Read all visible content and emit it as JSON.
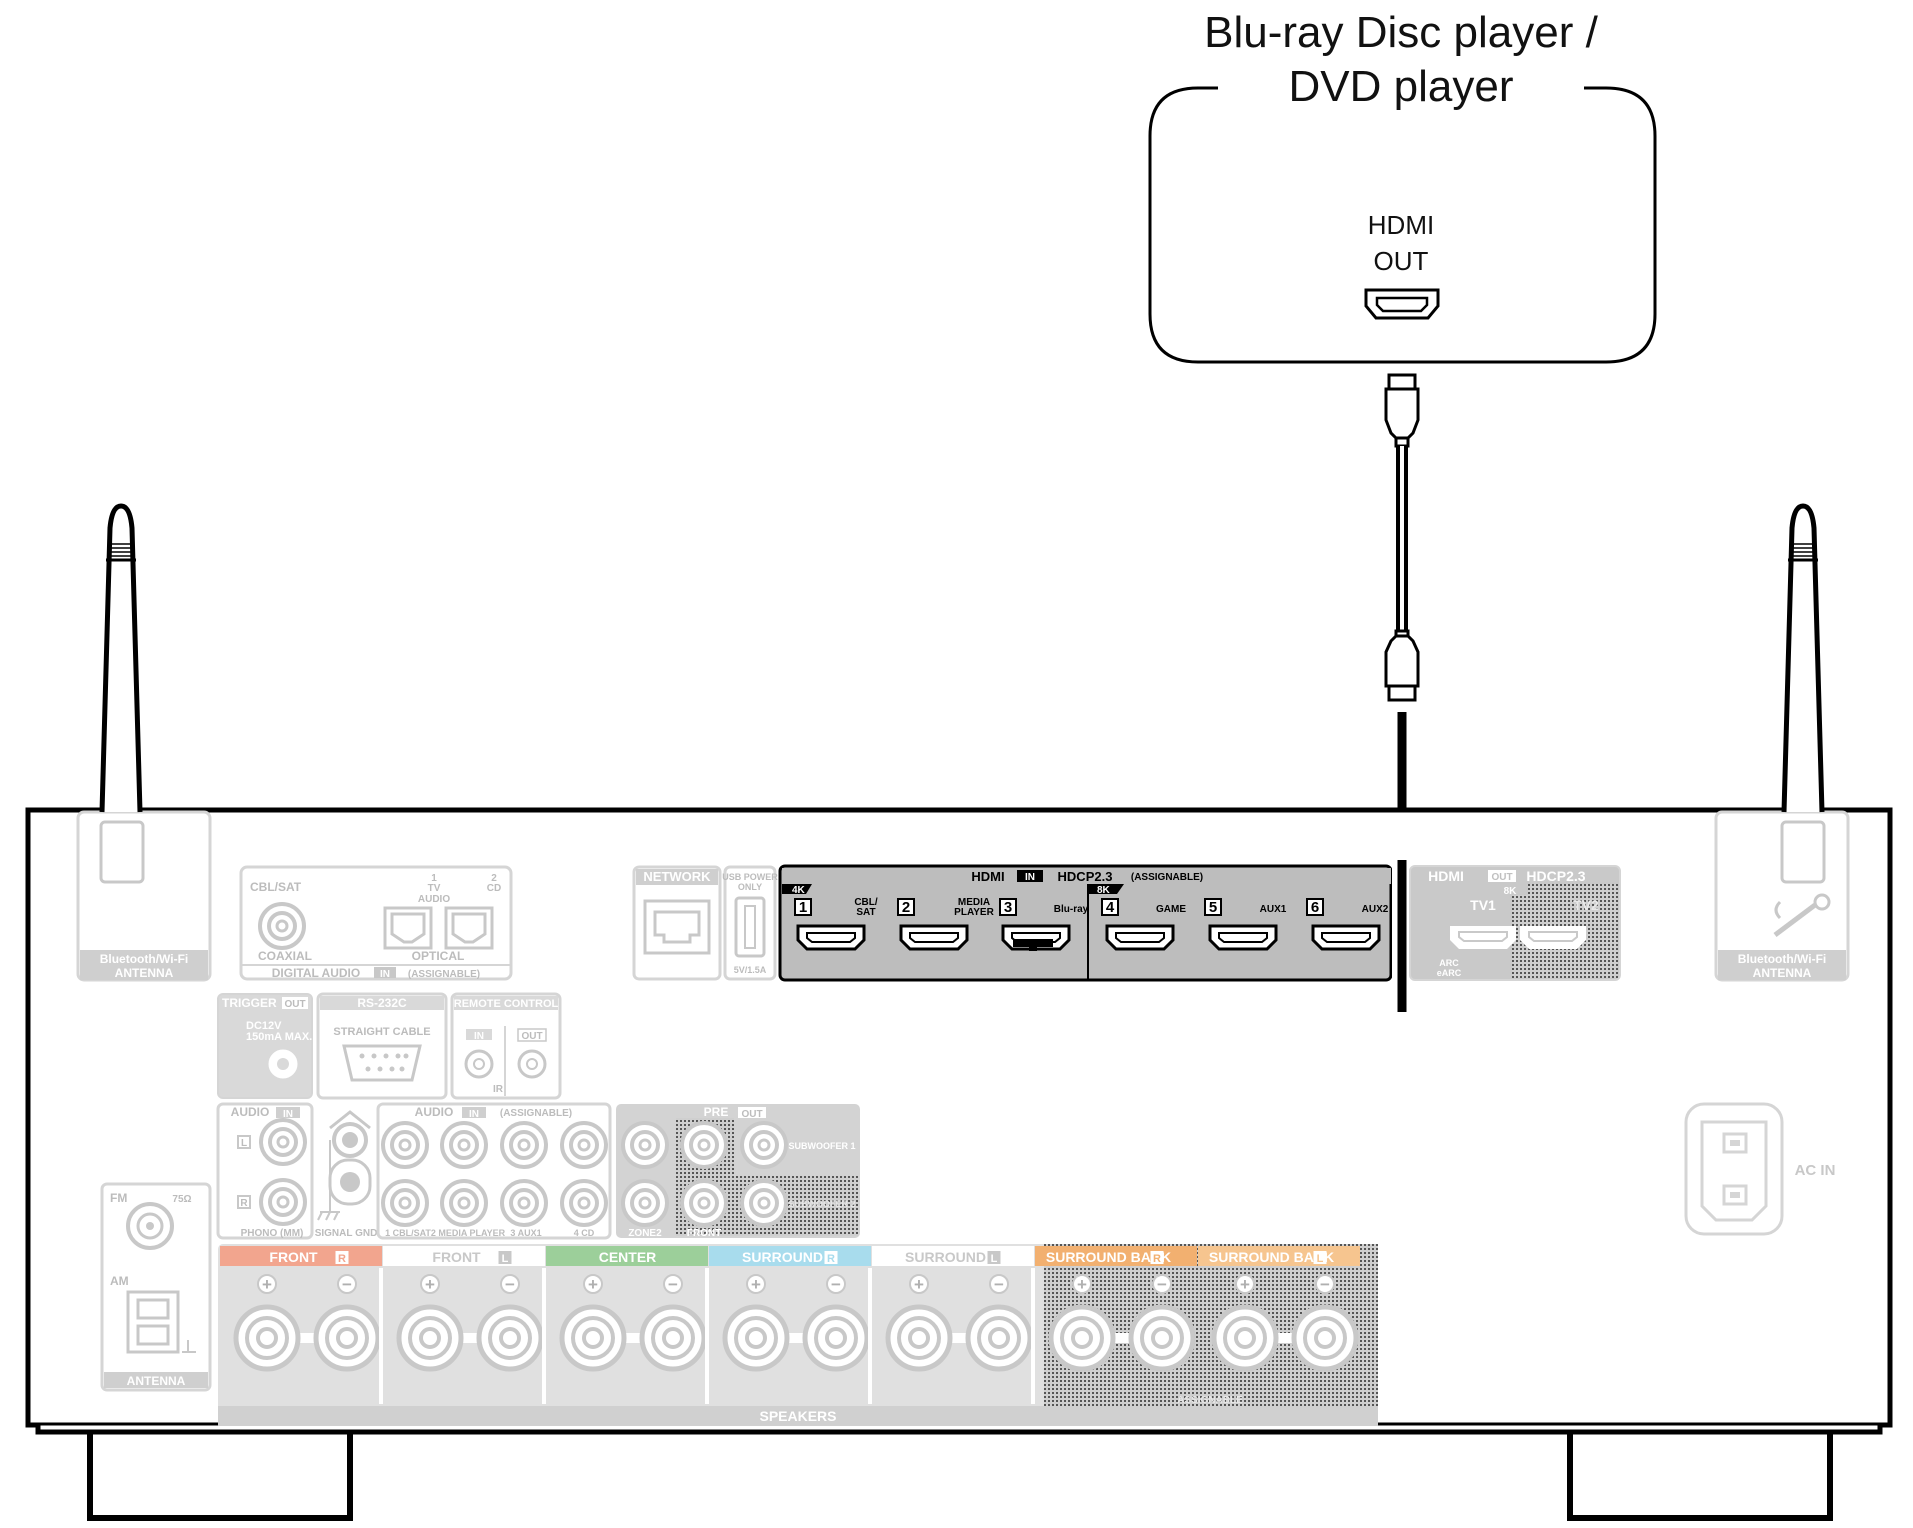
{
  "device": {
    "title_line1": "Blu-ray Disc player /",
    "title_line2": "DVD player",
    "port_line1": "HDMI",
    "port_line2": "OUT"
  },
  "receiver": {
    "left_antenna": "Bluetooth/Wi-Fi",
    "left_antenna_2": "ANTENNA",
    "right_antenna": "Bluetooth/Wi-Fi",
    "right_antenna_2": "ANTENNA",
    "digital_audio": {
      "cbl_sat": "CBL/SAT",
      "coaxial": "COAXIAL",
      "tv_audio_1": "1",
      "tv_audio_2": "TV",
      "tv_audio_3": "AUDIO",
      "cd_1": "2",
      "cd_2": "CD",
      "optical": "OPTICAL",
      "footer": "DIGITAL AUDIO",
      "footer_in": "IN",
      "footer_assign": "(ASSIGNABLE)"
    },
    "network": "NETWORK",
    "usb_1": "USB POWER",
    "usb_2": "ONLY",
    "usb_3": "5V/1.5A",
    "hdmi_in": {
      "header_hdmi": "HDMI",
      "header_in": "IN",
      "header_hdcp": "HDCP2.3",
      "header_assign": "(ASSIGNABLE)",
      "tag_4k": "4K",
      "tag_8k": "8K",
      "inputs": [
        {
          "num": "1",
          "label_1": "CBL/",
          "label_2": "SAT"
        },
        {
          "num": "2",
          "label_1": "MEDIA",
          "label_2": "PLAYER"
        },
        {
          "num": "3",
          "label_1": "Blu-ray",
          "label_2": ""
        },
        {
          "num": "4",
          "label_1": "GAME",
          "label_2": ""
        },
        {
          "num": "5",
          "label_1": "AUX1",
          "label_2": ""
        },
        {
          "num": "6",
          "label_1": "AUX2",
          "label_2": ""
        }
      ]
    },
    "hdmi_out": {
      "hdmi": "HDMI",
      "out": "OUT",
      "hdcp": "HDCP2.3",
      "tag_8k": "8K",
      "tv1": "TV1",
      "tv2": "TV2",
      "arc": "ARC",
      "earc": "eARC"
    },
    "trigger": {
      "title": "TRIGGER",
      "out": "OUT",
      "spec_1": "DC12V",
      "spec_2": "150mA MAX."
    },
    "rs232c": {
      "title": "RS-232C",
      "cable": "STRAIGHT CABLE"
    },
    "remote": {
      "title": "REMOTE CONTROL",
      "in": "IN",
      "out": "OUT",
      "ir": "IR"
    },
    "audio_in": {
      "title": "AUDIO",
      "in": "IN",
      "l": "L",
      "r": "R",
      "phono": "PHONO (MM)",
      "signal_gnd": "SIGNAL GND"
    },
    "audio_assign": {
      "title": "AUDIO",
      "in": "IN",
      "assign": "(ASSIGNABLE)",
      "labels": [
        "1 CBL/SAT",
        "2 MEDIA PLAYER",
        "3 AUX1",
        "4 CD"
      ]
    },
    "pre_out": {
      "pre": "PRE",
      "out": "OUT",
      "sub1": "SUBWOOFER 1",
      "sub2": "SUBWOOFER 2",
      "zone2": "ZONE2",
      "front": "FRONT"
    },
    "antenna": {
      "fm": "FM",
      "ohm": "75Ω",
      "am": "AM",
      "label": "ANTENNA"
    },
    "speakers": {
      "groups": [
        "FRONT",
        "FRONT",
        "CENTER",
        "SURROUND",
        "SURROUND",
        "SURROUND BACK",
        "SURROUND BACK"
      ],
      "sides": [
        "R",
        "L",
        "",
        "R",
        "L",
        "R",
        "L"
      ],
      "plus": "+",
      "minus": "−",
      "assign": "ASSIGNABLE",
      "footer": "SPEAKERS"
    },
    "ac_in": "AC IN"
  },
  "colors": {
    "front_r": "#f2a58e",
    "front_l": "#ffffff",
    "center": "#9ccf9a",
    "surround_r": "#a8dced",
    "surround_l": "#ffffff",
    "sb_r": "#f2b070",
    "sb_l": "#f6c58f",
    "panel_gray": "#e4e4e4",
    "outline_gray": "#c8c8c8",
    "hdmi_panel": "#bfbfbf"
  }
}
